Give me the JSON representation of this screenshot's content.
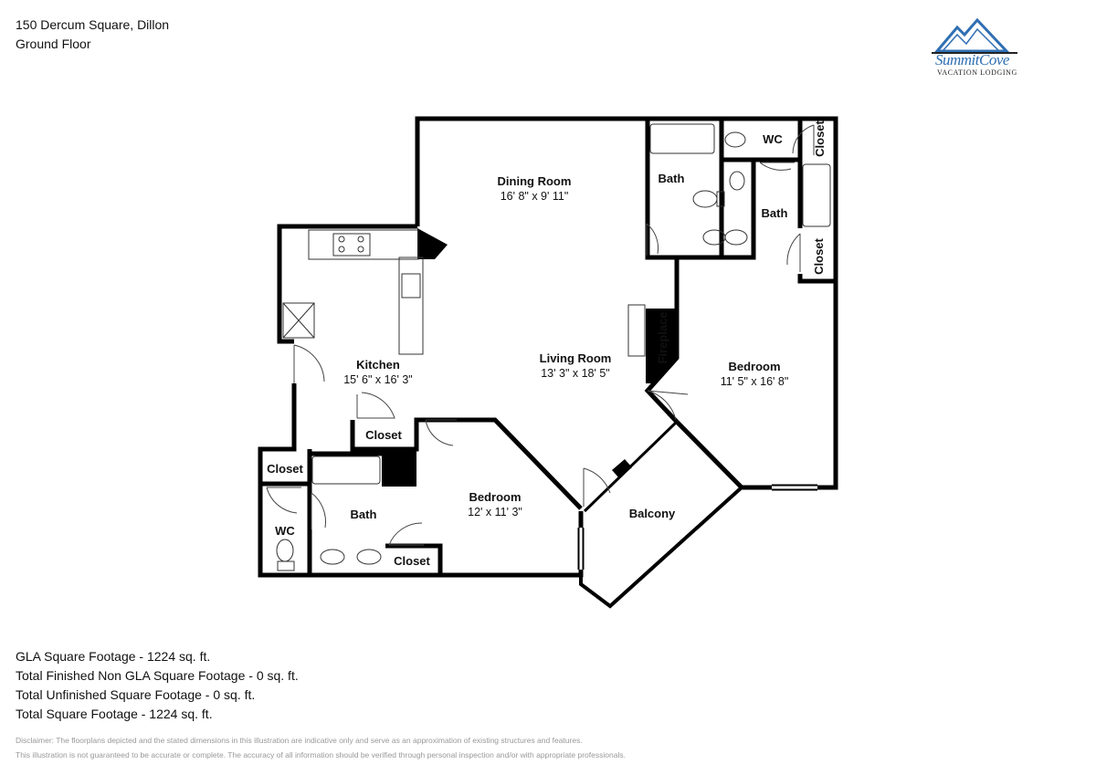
{
  "header": {
    "address": "150 Dercum Square, Dillon",
    "floor": "Ground Floor"
  },
  "logo": {
    "brand": "SummitCove",
    "tagline": "VACATION LODGING",
    "icon": "mountain-icon",
    "color": "#2f6fb3"
  },
  "rooms": {
    "dining": {
      "name": "Dining Room",
      "dims": "16' 8\" x 9' 11\""
    },
    "kitchen": {
      "name": "Kitchen",
      "dims": "15' 6\" x 16' 3\""
    },
    "living": {
      "name": "Living Room",
      "dims": "13' 3\" x 18' 5\""
    },
    "bedroom_right": {
      "name": "Bedroom",
      "dims": "11' 5\" x 16' 8\""
    },
    "bedroom_left": {
      "name": "Bedroom",
      "dims": "12' x 11' 3\""
    },
    "bath_top": "Bath",
    "bath_right": "Bath",
    "bath_left": "Bath",
    "wc_top": "WC",
    "wc_left": "WC",
    "closet_top": "Closet",
    "closet_right": "Closet",
    "closet_kitchen": "Closet",
    "closet_left": "Closet",
    "closet_bath": "Closet",
    "fireplace": "Fireplace",
    "balcony": "Balcony"
  },
  "totals": [
    "GLA Square Footage - 1224 sq. ft.",
    "Total Finished Non GLA Square Footage - 0 sq. ft.",
    "Total Unfinished Square Footage - 0 sq. ft.",
    "Total Square Footage - 1224 sq. ft."
  ],
  "disclaimer": [
    "Disclaimer: The floorplans depicted and the stated dimensions in this illustration are indicative only and serve as an approximation of existing structures and features.",
    "This illustration is not guaranteed to be accurate or complete. The accuracy of all information should be verified through personal inspection and/or with appropriate professionals."
  ]
}
